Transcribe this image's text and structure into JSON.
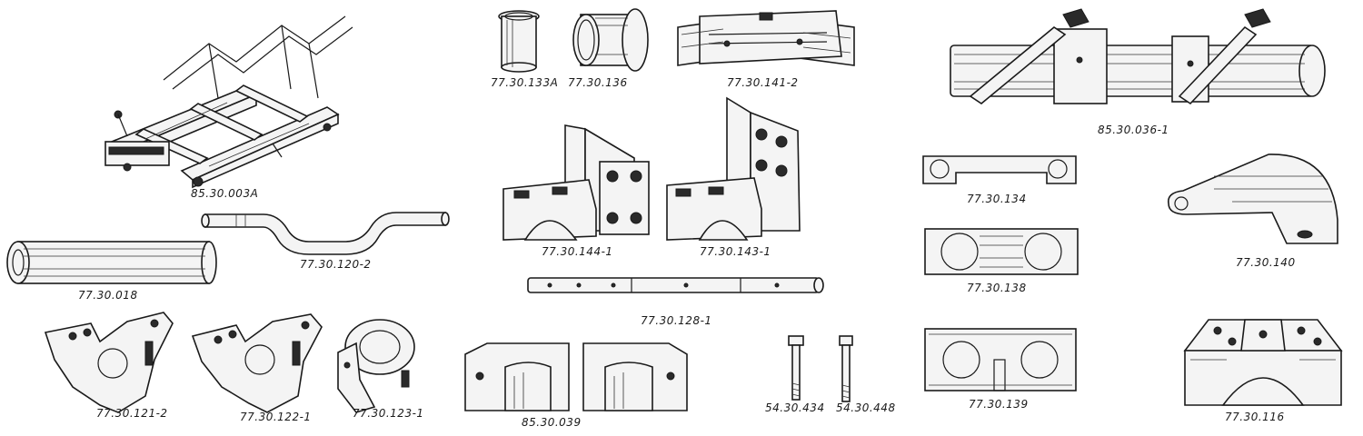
{
  "parts": [
    {
      "id": "frame",
      "name": "part-frame-assembly",
      "label": "85.30.003A"
    },
    {
      "id": "bushing-a",
      "name": "part-bushing-a",
      "label": "77.30.133A"
    },
    {
      "id": "bushing-b",
      "name": "part-bushing-b",
      "label": "77.30.136"
    },
    {
      "id": "clamp-top",
      "name": "part-clamp-block-top",
      "label": "77.30.141-2"
    },
    {
      "id": "axle-assembly",
      "name": "part-axle-assembly",
      "label": "85.30.036-1"
    },
    {
      "id": "crank-axle",
      "name": "part-crank-axle",
      "label": "77.30.120-2"
    },
    {
      "id": "tube",
      "name": "part-tube",
      "label": "77.30.018"
    },
    {
      "id": "bracket-l",
      "name": "part-bracket-left",
      "label": "77.30.144-1"
    },
    {
      "id": "bracket-r",
      "name": "part-bracket-right",
      "label": "77.30.143-1"
    },
    {
      "id": "plate-134",
      "name": "part-plate-134",
      "label": "77.30.134"
    },
    {
      "id": "cam-140",
      "name": "part-cam-plate",
      "label": "77.30.140"
    },
    {
      "id": "plate-138",
      "name": "part-plate-138",
      "label": "77.30.138"
    },
    {
      "id": "shaft-128",
      "name": "part-shaft",
      "label": "77.30.128-1"
    },
    {
      "id": "knuckle-121",
      "name": "part-knuckle-121",
      "label": "77.30.121-2"
    },
    {
      "id": "knuckle-122",
      "name": "part-knuckle-122",
      "label": "77.30.122-1"
    },
    {
      "id": "collar-123",
      "name": "part-collar-123",
      "label": "77.30.123-1"
    },
    {
      "id": "block-039",
      "name": "part-split-block",
      "label": "85.30.039"
    },
    {
      "id": "bolt-434",
      "name": "part-bolt-434",
      "label": "54.30.434"
    },
    {
      "id": "bolt-448",
      "name": "part-bolt-448",
      "label": "54.30.448"
    },
    {
      "id": "plate-139",
      "name": "part-plate-139",
      "label": "77.30.139"
    },
    {
      "id": "saddle-116",
      "name": "part-saddle-block",
      "label": "77.30.116"
    }
  ]
}
